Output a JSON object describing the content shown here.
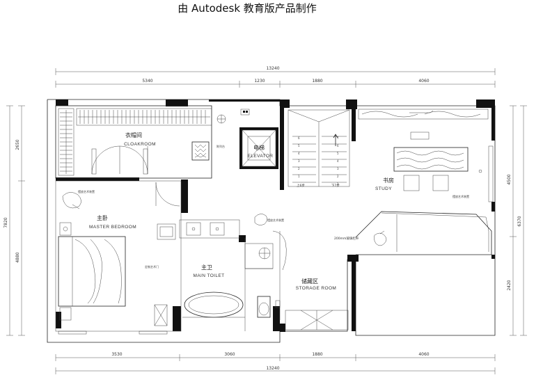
{
  "header": {
    "title": "由 Autodesk 教育版产品制作"
  },
  "dimensions": {
    "top_total": "13240",
    "top_segments": [
      "5340",
      "1230",
      "1880",
      "4060"
    ],
    "bottom_total": "13240",
    "bottom_segments": [
      "3530",
      "3060",
      "1880",
      "4060"
    ],
    "left_total": "7820",
    "left_segments": [
      "2650",
      "4880"
    ],
    "right_total": "6370",
    "right_segments": [
      "4500",
      "2420"
    ]
  },
  "rooms": {
    "cloakroom": {
      "cn": "衣帽间",
      "en": "CLOAKROOM"
    },
    "elevator": {
      "cn": "电梯",
      "en": "ELEVATOR"
    },
    "study": {
      "cn": "书房",
      "en": "STUDY"
    },
    "master_bedroom": {
      "cn": "主卧",
      "en": "MASTER BEDROOM"
    },
    "main_toilet": {
      "cn": "主卫",
      "en": "MAIN TOILET"
    },
    "storage_room": {
      "cn": "储藏区",
      "en": "STORAGE ROOM"
    }
  },
  "notes": {
    "art_1": "摆放艺术装置",
    "art_2": "摆放艺术装置",
    "art_3": "摆放艺术装置",
    "art_4": "摆放艺术装置",
    "art_door": "定制艺术门",
    "shelf": "陈列台",
    "railing": "200mm玻璃栏杆",
    "stair_down": "上6步",
    "stair_up": "下7步"
  }
}
